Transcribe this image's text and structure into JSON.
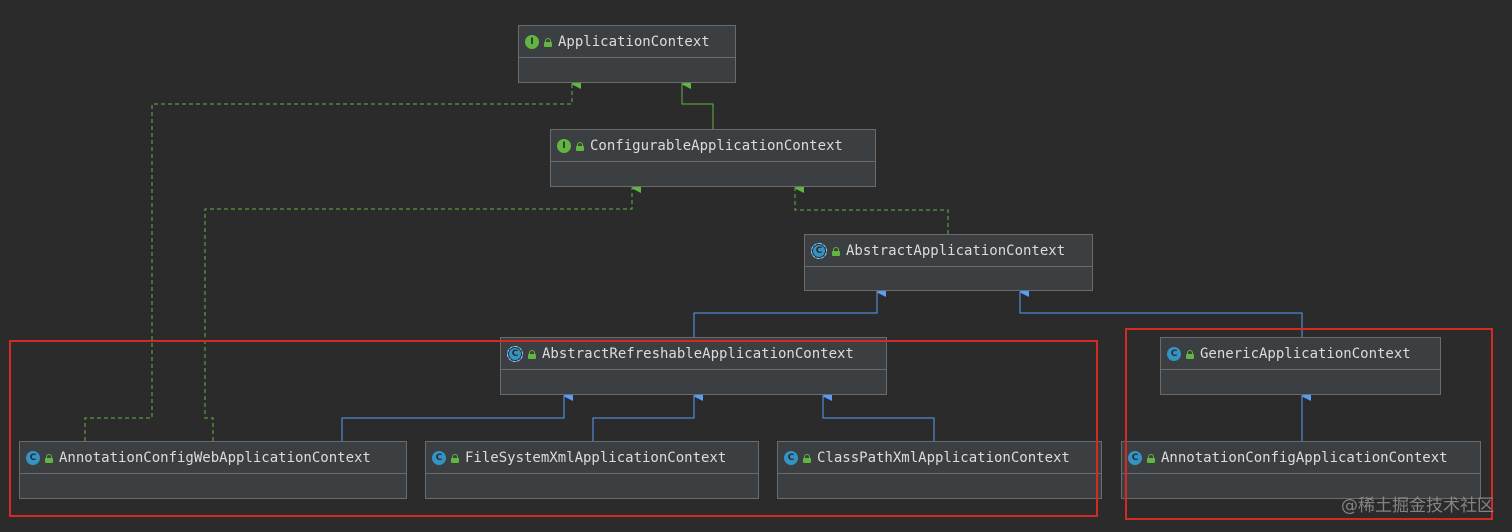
{
  "nodes": [
    {
      "id": "application-context",
      "label": "ApplicationContext",
      "kind": "interface"
    },
    {
      "id": "configurable-application-context",
      "label": "ConfigurableApplicationContext",
      "kind": "interface"
    },
    {
      "id": "abstract-application-context",
      "label": "AbstractApplicationContext",
      "kind": "abstract-class"
    },
    {
      "id": "abstract-refreshable-application-context",
      "label": "AbstractRefreshableApplicationContext",
      "kind": "abstract-class"
    },
    {
      "id": "generic-application-context",
      "label": "GenericApplicationContext",
      "kind": "class"
    },
    {
      "id": "annotation-config-web-application-context",
      "label": "AnnotationConfigWebApplicationContext",
      "kind": "class"
    },
    {
      "id": "file-system-xml-application-context",
      "label": "FileSystemXmlApplicationContext",
      "kind": "class"
    },
    {
      "id": "class-path-xml-application-context",
      "label": "ClassPathXmlApplicationContext",
      "kind": "class"
    },
    {
      "id": "annotation-config-application-context",
      "label": "AnnotationConfigApplicationContext",
      "kind": "class"
    }
  ],
  "edges": [
    {
      "from": "configurable-application-context",
      "to": "application-context",
      "type": "extends-interface"
    },
    {
      "from": "annotation-config-web-application-context",
      "to": "application-context",
      "type": "implements"
    },
    {
      "from": "annotation-config-web-application-context",
      "to": "configurable-application-context",
      "type": "implements"
    },
    {
      "from": "abstract-application-context",
      "to": "configurable-application-context",
      "type": "implements"
    },
    {
      "from": "abstract-refreshable-application-context",
      "to": "abstract-application-context",
      "type": "extends"
    },
    {
      "from": "generic-application-context",
      "to": "abstract-application-context",
      "type": "extends"
    },
    {
      "from": "annotation-config-web-application-context",
      "to": "abstract-refreshable-application-context",
      "type": "extends"
    },
    {
      "from": "file-system-xml-application-context",
      "to": "abstract-refreshable-application-context",
      "type": "extends"
    },
    {
      "from": "class-path-xml-application-context",
      "to": "abstract-refreshable-application-context",
      "type": "extends"
    },
    {
      "from": "annotation-config-application-context",
      "to": "generic-application-context",
      "type": "extends"
    }
  ],
  "icons": {
    "interface": "I",
    "class": "C",
    "abstract-class": "C"
  },
  "colors": {
    "background": "#2b2b2b",
    "box": "#3c3f41",
    "implements_edge": "#62b543",
    "extends_edge": "#589df6",
    "highlight": "#d42a25"
  },
  "watermark": "@稀土掘金技术社区"
}
